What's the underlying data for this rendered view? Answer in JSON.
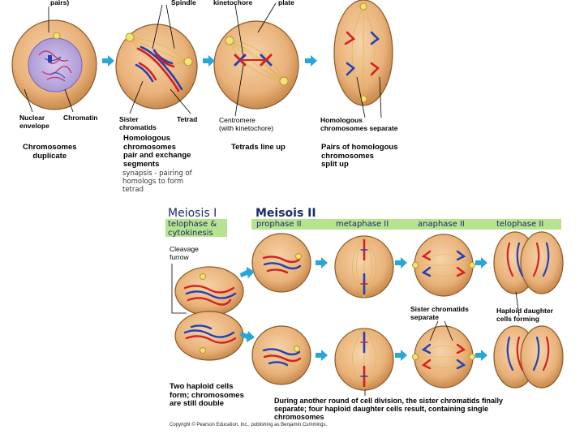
{
  "top_row": {
    "labels_top": {
      "pairs": "pairs)",
      "spindle": "Spindle",
      "kinetochore": "kinetochore",
      "plate": "plate"
    },
    "labels": {
      "nuclear_envelope": "Nuclear\nenvelope",
      "chromatin": "Chromatin",
      "sister_chromatids": "Sister\nchromatids",
      "tetrad": "Tetrad",
      "centromere": "Centromere\n(with kinetochore)",
      "homologous_separate": "Homologous\nchromosomes separate"
    },
    "captions": {
      "duplicate": "Chromosomes\nduplicate",
      "pair_exchange": "Homologous\nchromosomes\npair and exchange\nsegments",
      "line_up": "Tetrads line up",
      "split_up": "Pairs of homologous\nchromosomes\nsplit up"
    },
    "synapsis_note": "synapsis - pairing of\nhomologs to form\ntetrad"
  },
  "bottom": {
    "meiosis1": "Meiosis I",
    "meiosis2": "Meisois II",
    "stages": {
      "telophase1": "telophase &\ncytokinesis",
      "prophase2": "prophase II",
      "metaphase2": "metaphase II",
      "anaphase2": "anaphase II",
      "telophase2": "telophase II"
    },
    "labels": {
      "cleavage_furrow": "Cleavage\nfurrow",
      "sister_separate": "Sister chromatids\nseparate",
      "haploid_forming": "Haploid daughter\ncells forming"
    },
    "captions": {
      "two_haploid": "Two haploid cells\nform; chromosomes\nare still double",
      "another_round": "During another round of cell division, the sister chromatids finally\nseparate; four haploid daughter cells result, containing single\nchromosomes"
    },
    "copyright": "Copyright © Pearson Education, Inc., publishing as Benjamin Cummings."
  },
  "colors": {
    "cell_fill": "#e9b27a",
    "cell_edge": "#8a5a2a",
    "maternal": "#d42020",
    "paternal": "#2340b8",
    "spindle": "#d9b64a",
    "arrow": "#29a6d8",
    "nucleus": "#c9b8e6",
    "band": "#b6e38e",
    "title": "#1b2a6a"
  }
}
